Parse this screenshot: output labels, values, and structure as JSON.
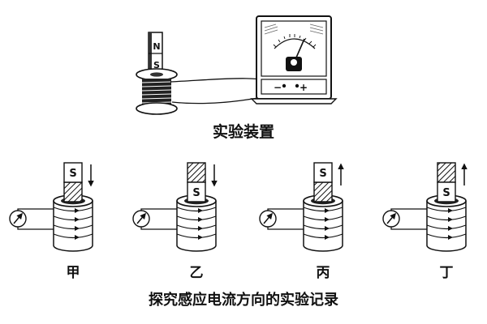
{
  "apparatus": {
    "caption": "实验装置",
    "magnet_poles": {
      "north": "N",
      "south": "S"
    },
    "meter_terminals": {
      "negative": "−",
      "positive": "+"
    }
  },
  "experiments": [
    {
      "label": "甲",
      "pole_marking": "S",
      "pole_position": "top",
      "motion": "down"
    },
    {
      "label": "乙",
      "pole_marking": "S",
      "pole_position": "bottom",
      "motion": "down"
    },
    {
      "label": "丙",
      "pole_marking": "S",
      "pole_position": "top",
      "motion": "up"
    },
    {
      "label": "丁",
      "pole_marking": "S",
      "pole_position": "bottom",
      "motion": "up"
    }
  ],
  "record_caption": "探究感应电流方向的实验记录",
  "colors": {
    "ink": "#111111",
    "background": "#ffffff"
  }
}
